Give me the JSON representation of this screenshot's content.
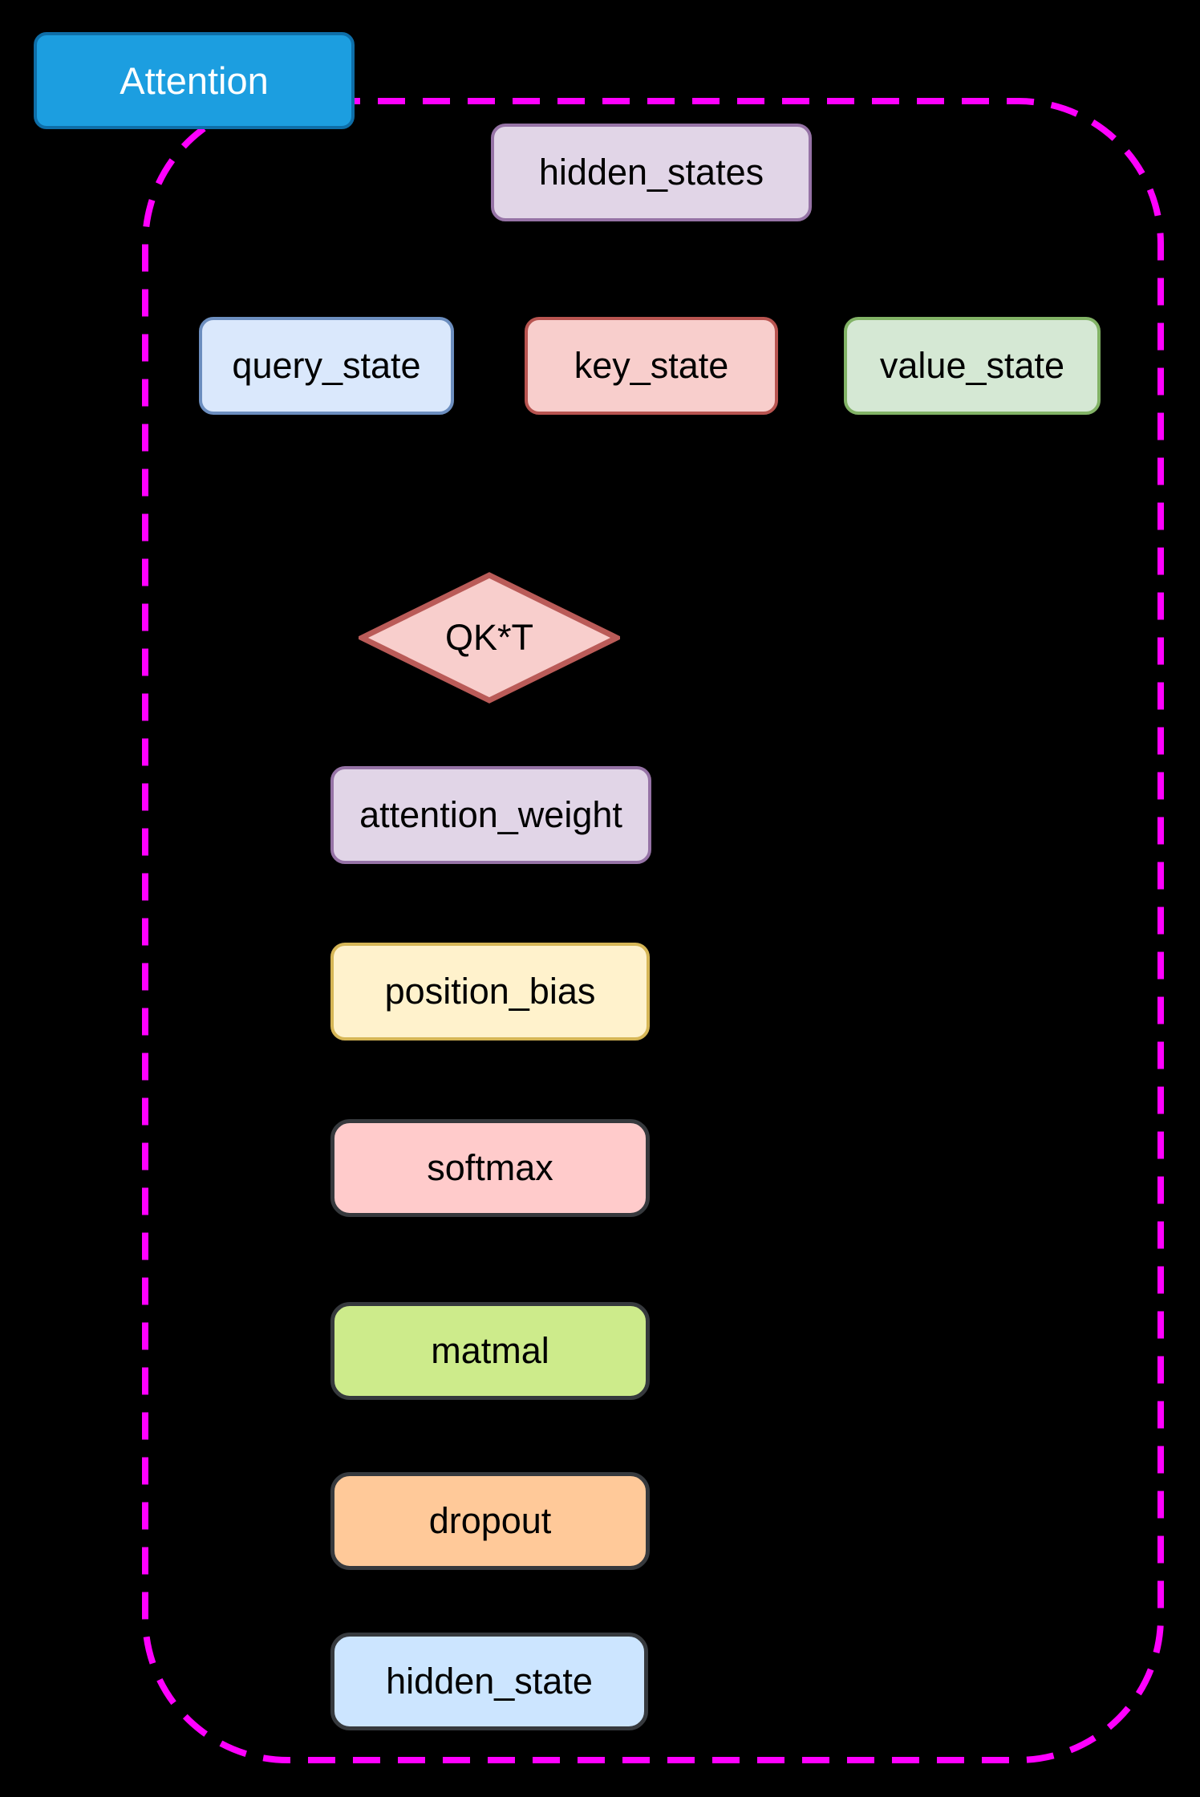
{
  "page": {
    "background": "#000000"
  },
  "diagram": {
    "title": {
      "label": "Attention",
      "fill": "#1C9EE0",
      "stroke": "#0E6EA8",
      "text_color": "#FFFFFF"
    },
    "group_border": {
      "stroke": "#FF00FF",
      "style": "dashed-rounded-rect"
    },
    "nodes": [
      {
        "id": "hidden_states",
        "label": "hidden_states",
        "shape": "rounded-rect",
        "fill": "#E1D5E7",
        "stroke": "#9673A6"
      },
      {
        "id": "query_state",
        "label": "query_state",
        "shape": "rounded-rect",
        "fill": "#DAE8FC",
        "stroke": "#6C8EBF"
      },
      {
        "id": "key_state",
        "label": "key_state",
        "shape": "rounded-rect",
        "fill": "#F8CECC",
        "stroke": "#B85450"
      },
      {
        "id": "value_state",
        "label": "value_state",
        "shape": "rounded-rect",
        "fill": "#D5E8D4",
        "stroke": "#82B366"
      },
      {
        "id": "qkt",
        "label": "QK*T",
        "shape": "diamond",
        "fill": "#F8CECC",
        "stroke": "#BA5B58"
      },
      {
        "id": "attention_weight",
        "label": "attention_weight",
        "shape": "rounded-rect",
        "fill": "#E1D5E7",
        "stroke": "#9673A6"
      },
      {
        "id": "position_bias",
        "label": "position_bias",
        "shape": "rounded-rect",
        "fill": "#FFF2CC",
        "stroke": "#D6B656"
      },
      {
        "id": "softmax",
        "label": "softmax",
        "shape": "rounded-rect",
        "fill": "#FFCBCB",
        "stroke": "#36393D"
      },
      {
        "id": "matmal",
        "label": "matmal",
        "shape": "rounded-rect",
        "fill": "#CDEB8B",
        "stroke": "#36393D"
      },
      {
        "id": "dropout",
        "label": "dropout",
        "shape": "rounded-rect",
        "fill": "#FFC999",
        "stroke": "#36393D"
      },
      {
        "id": "hidden_state",
        "label": "hidden_state",
        "shape": "rounded-rect",
        "fill": "#CCE5FF",
        "stroke": "#36393D"
      }
    ]
  }
}
